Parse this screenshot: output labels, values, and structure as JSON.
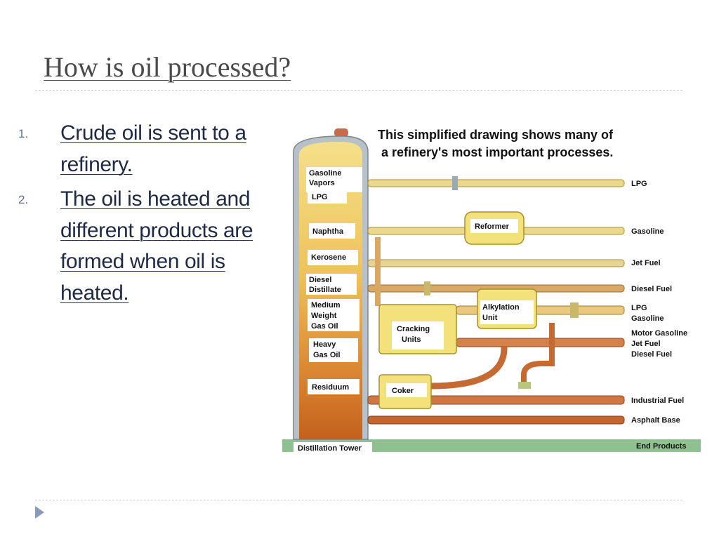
{
  "slide": {
    "title": "How is oil processed?",
    "steps": [
      {
        "number": "1.",
        "text": "Crude oil is sent to a refinery."
      },
      {
        "number": "2.",
        "text": "The oil is heated and different products are formed when oil is heated."
      }
    ]
  },
  "diagram": {
    "caption": [
      "This simplified drawing shows many of",
      "a refinery's most important processes."
    ],
    "tower_label": "Distillation Tower",
    "end_products_label": "End Products",
    "fractions": [
      {
        "key": "gasoline_vapors",
        "lines": [
          "Gasoline",
          "Vapors"
        ]
      },
      {
        "key": "lpg",
        "lines": [
          "LPG"
        ]
      },
      {
        "key": "naphtha",
        "lines": [
          "Naphtha"
        ]
      },
      {
        "key": "kerosene",
        "lines": [
          "Kerosene"
        ]
      },
      {
        "key": "diesel_distillate",
        "lines": [
          "Diesel",
          "Distillate"
        ]
      },
      {
        "key": "medium_weight_gas_oil",
        "lines": [
          "Medium",
          "Weight",
          "Gas Oil"
        ]
      },
      {
        "key": "heavy_gas_oil",
        "lines": [
          "Heavy",
          "Gas Oil"
        ]
      },
      {
        "key": "residuum",
        "lines": [
          "Residuum"
        ]
      }
    ],
    "units": [
      {
        "key": "reformer",
        "lines": [
          "Reformer"
        ]
      },
      {
        "key": "alkylation",
        "lines": [
          "Alkylation",
          "Unit"
        ]
      },
      {
        "key": "cracking",
        "lines": [
          "Cracking",
          "Units"
        ]
      },
      {
        "key": "coker",
        "lines": [
          "Coker"
        ]
      }
    ],
    "products": [
      {
        "key": "lpg",
        "lines": [
          "LPG"
        ]
      },
      {
        "key": "gasoline",
        "lines": [
          "Gasoline"
        ]
      },
      {
        "key": "jet_fuel",
        "lines": [
          "Jet Fuel"
        ]
      },
      {
        "key": "diesel_fuel",
        "lines": [
          "Diesel Fuel"
        ]
      },
      {
        "key": "lpg_gasoline",
        "lines": [
          "LPG",
          "Gasoline"
        ]
      },
      {
        "key": "motor_gasoline",
        "lines": [
          "Motor Gasoline",
          "Jet Fuel",
          "Diesel Fuel"
        ]
      },
      {
        "key": "industrial_fuel",
        "lines": [
          "Industrial Fuel"
        ]
      },
      {
        "key": "asphalt_base",
        "lines": [
          "Asphalt Base"
        ]
      }
    ],
    "colors": {
      "tower_shell": "#b8c0c8",
      "tower_fill_light": "#f2dc7a",
      "tower_fill_dark": "#c4611c",
      "pipe_light": "#ead98a",
      "pipe_mid": "#d9a864",
      "pipe_dark": "#c56a32",
      "unit_box": "#f3e27c",
      "ground": "#8fc08f"
    }
  }
}
